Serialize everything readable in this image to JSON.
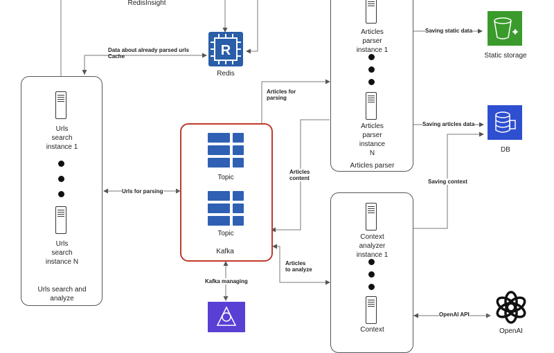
{
  "nodes": {
    "redisinsight": "RedisInsight",
    "redis": "Redis",
    "static_storage": "Static storage",
    "db": "DB",
    "openai": "OpenAI",
    "topic1": "Topic",
    "topic2": "Topic",
    "kafka": "Kafka"
  },
  "urls_box": {
    "instance1": "Urls\nsearch\ninstance 1",
    "instanceN": "Urls\nsearch\ninstance N",
    "title": "Urls search and\nanalyze"
  },
  "articles_box": {
    "instance1": "Articles\nparser\ninstance 1",
    "instanceN": "Articles\nparser\ninstance\nN",
    "title": "Articles parser"
  },
  "context_box": {
    "instance1": "Context\nanalyzer\ninstance 1",
    "instanceN": "Context"
  },
  "edges": {
    "cache": "Data about already parsed urls\nCache",
    "urls_for_parsing": "Urls for parsing",
    "articles_for_parsing": "Articles for\nparsing",
    "articles_content": "Articles\ncontent",
    "articles_to_analyze": "Articles\nto analyze",
    "kafka_managing": "Kafka managing",
    "saving_static": "Saving static data",
    "saving_articles": "Saving articles data",
    "saving_context": "Saving context",
    "openai_api": "OpenAI API"
  },
  "colors": {
    "kafka_border": "#c0392b",
    "topic_blue": "#2f60b3",
    "redis_blue": "#2a5ea8",
    "storage_green": "#3a9b2c",
    "db_blue": "#2e4fd0",
    "kafka_ui_purple": "#5a3fd4"
  },
  "icons": {
    "redis": "redis-chip-icon",
    "storage": "bucket-icon",
    "db": "database-icon",
    "openai": "openai-logo-icon",
    "server": "server-icon"
  }
}
